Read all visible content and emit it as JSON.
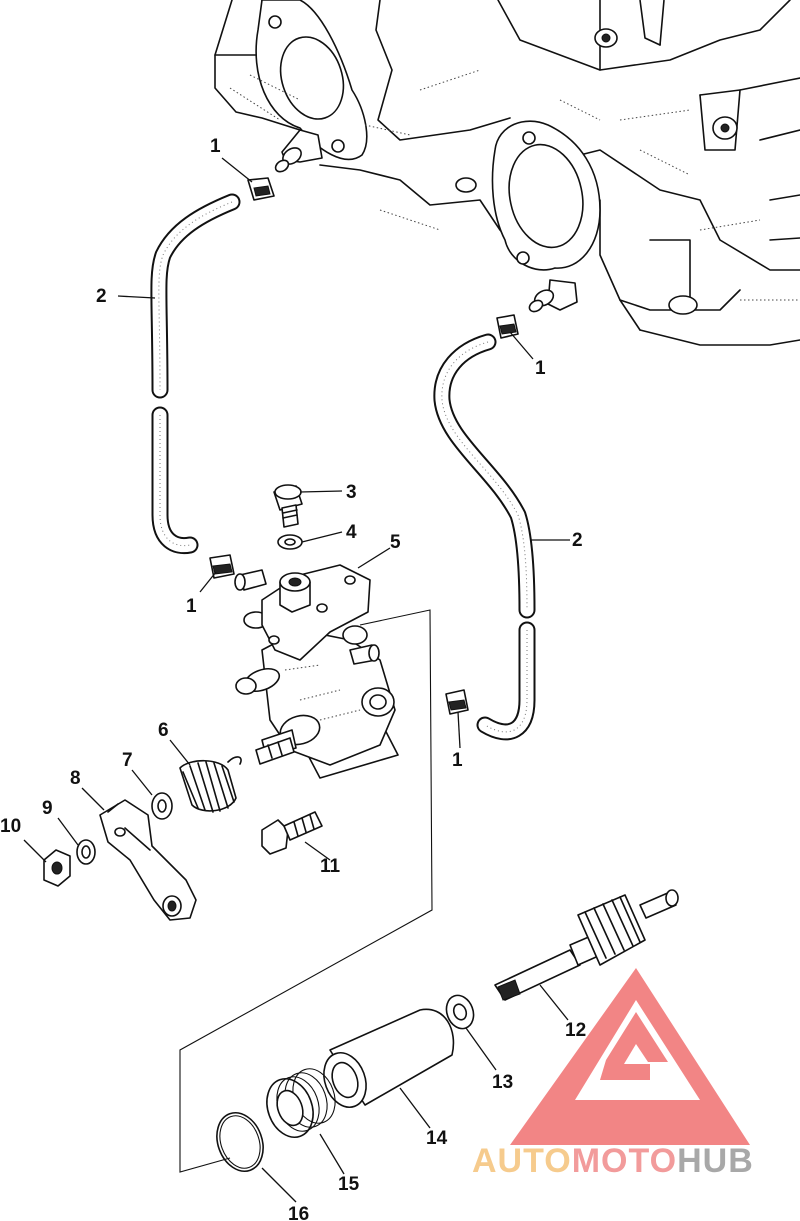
{
  "callouts": {
    "c1a": "1",
    "c1b": "1",
    "c1c": "1",
    "c1d": "1",
    "c2a": "2",
    "c2b": "2",
    "c3": "3",
    "c4": "4",
    "c5": "5",
    "c6": "6",
    "c7": "7",
    "c8": "8",
    "c9": "9",
    "c10": "10",
    "c11": "11",
    "c12": "12",
    "c13": "13",
    "c14": "14",
    "c15": "15",
    "c16": "16"
  },
  "watermark": {
    "text_a": "AUTO",
    "text_b": "MOTO",
    "text_c": "HUB",
    "color_a": "#f5c27a",
    "color_b": "#f08a8a",
    "color_c": "#9a9a9a",
    "logo_color": "#f07070"
  }
}
